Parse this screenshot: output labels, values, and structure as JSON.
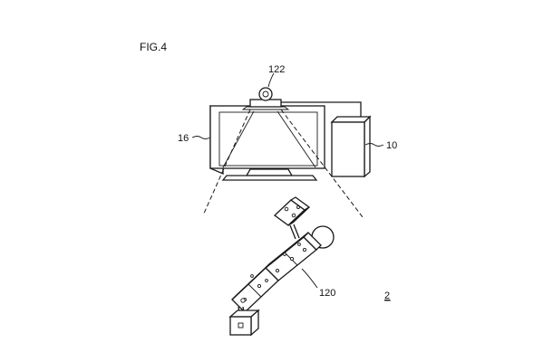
{
  "figure": {
    "title": "FIG.4"
  },
  "labels": {
    "camera": "122",
    "display": "16",
    "console": "10",
    "device": "120",
    "system": "2"
  }
}
